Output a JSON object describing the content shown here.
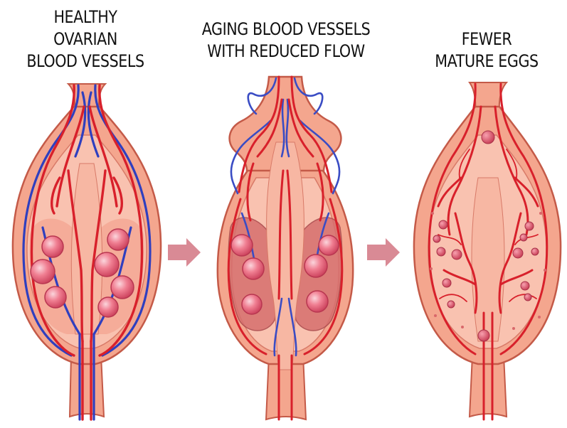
{
  "panels": [
    {
      "title_lines": [
        "HEALTHY",
        "OVARIAN",
        "BLOOD VESSELS"
      ]
    },
    {
      "title_lines": [
        "AGING BLOOD VESSELS",
        "WITH REDUCED FLOW"
      ]
    },
    {
      "title_lines": [
        "FEWER",
        "MATURE EGGS"
      ]
    }
  ],
  "colors": {
    "tissue": "#f4a68e",
    "tissue_outline": "#c45a48",
    "inner": "#f9c2b0",
    "artery": "#d8202b",
    "vein": "#2f3fbf",
    "follicle": "#e85b73",
    "follicle_highlight": "#fbd5dc",
    "arrow": "#d98a95"
  },
  "icons": [
    "arrow-right-icon",
    "arrow-right-icon"
  ]
}
